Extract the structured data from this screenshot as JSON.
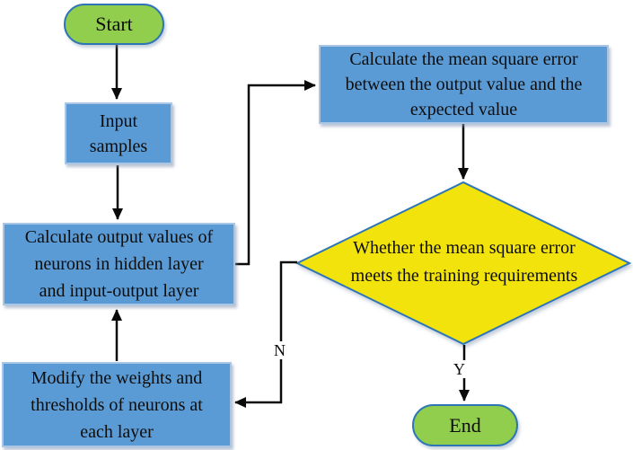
{
  "flowchart": {
    "nodes": {
      "start": {
        "type": "terminator",
        "label": "Start"
      },
      "input": {
        "type": "process",
        "lines": [
          "Input",
          "samples"
        ]
      },
      "calc_output": {
        "type": "process",
        "lines": [
          "Calculate output values of",
          "neurons in hidden layer",
          "and input-output layer"
        ]
      },
      "calc_mse": {
        "type": "process",
        "lines": [
          "Calculate the mean square error",
          "between the output value and the",
          "expected value"
        ]
      },
      "decision": {
        "type": "decision",
        "lines": [
          "Whether the mean square error",
          "meets the training requirements"
        ]
      },
      "modify": {
        "type": "process",
        "lines": [
          "Modify the weights and",
          "thresholds of neurons at",
          "each layer"
        ]
      },
      "end": {
        "type": "terminator",
        "label": "End"
      }
    },
    "edges": [
      {
        "from": "start",
        "to": "input",
        "label": ""
      },
      {
        "from": "input",
        "to": "calc_output",
        "label": ""
      },
      {
        "from": "calc_output",
        "to": "calc_mse",
        "label": ""
      },
      {
        "from": "calc_mse",
        "to": "decision",
        "label": ""
      },
      {
        "from": "decision",
        "to": "end",
        "label": "Y"
      },
      {
        "from": "decision",
        "to": "modify",
        "label": "N"
      },
      {
        "from": "modify",
        "to": "calc_output",
        "label": ""
      }
    ]
  },
  "colors": {
    "process-fill": "#5B9BD5",
    "process-border": "#A9C7E5",
    "terminator-fill": "#92CE4E",
    "decision-fill": "#F2E30D",
    "shape-border": "#2E75B6",
    "line-color": "#0a0a0a",
    "text-color": "#0d0d0d"
  }
}
